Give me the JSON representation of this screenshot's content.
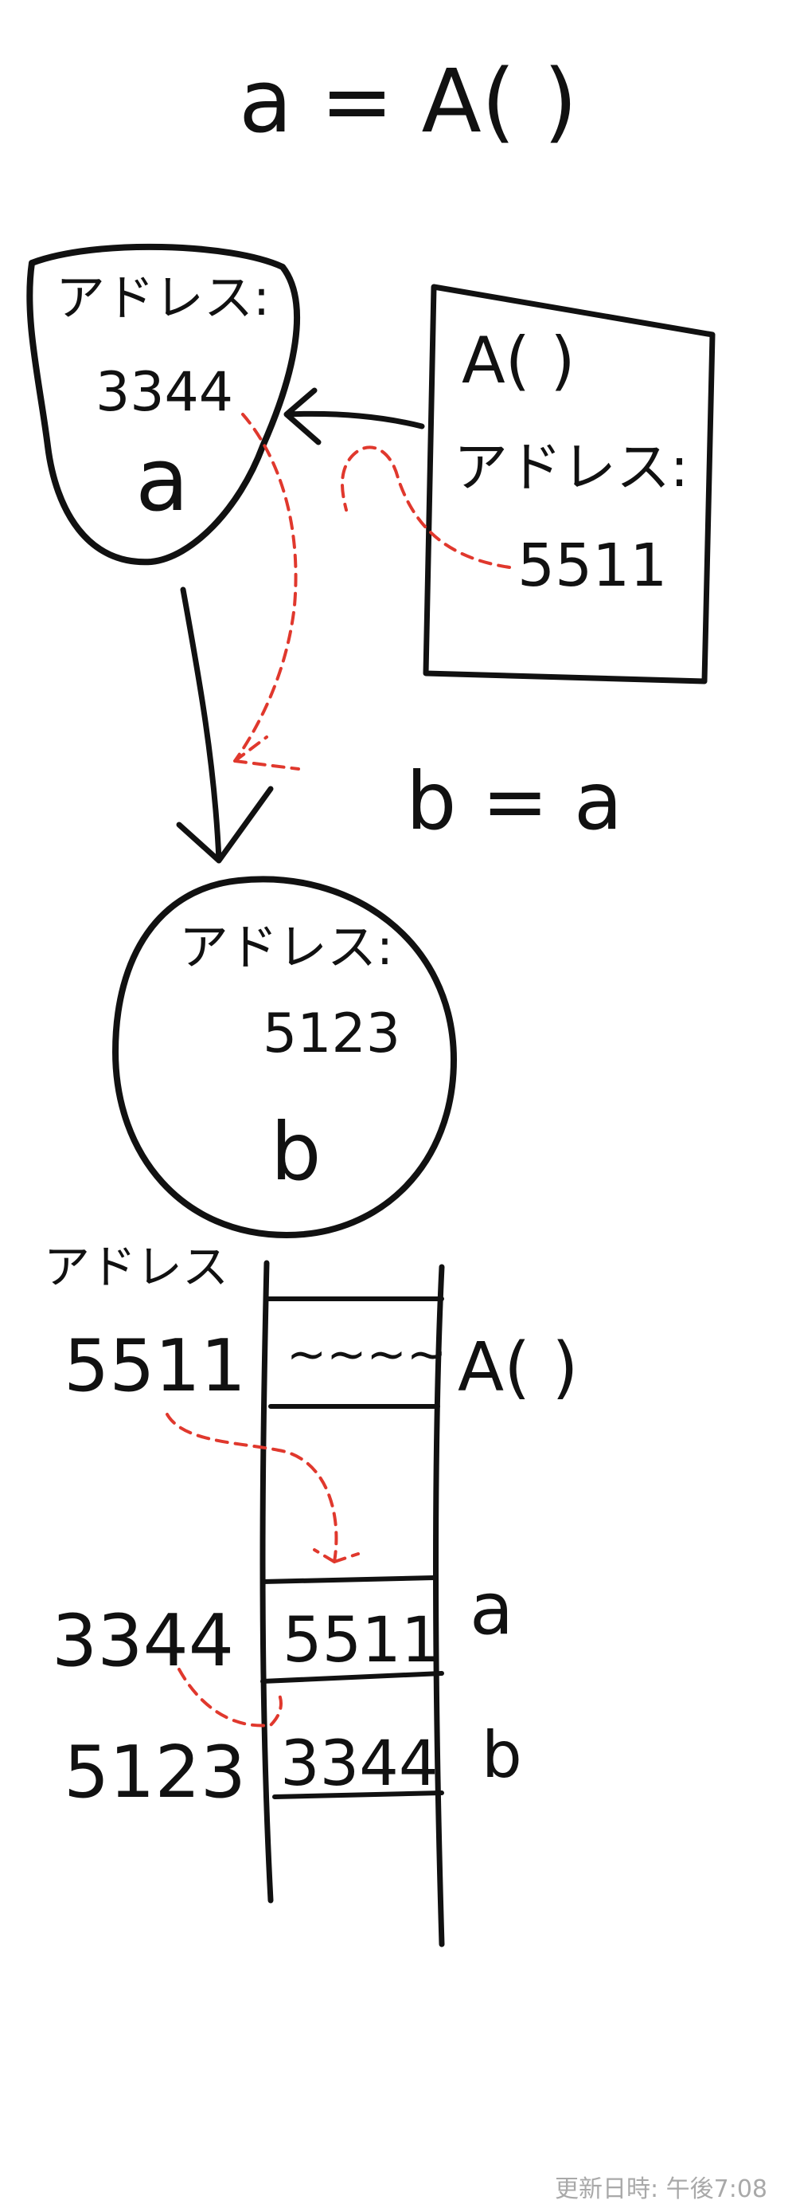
{
  "header": {
    "equation": "a = A( )"
  },
  "object_a": {
    "label": "アドレス:",
    "address": "3344",
    "name": "a"
  },
  "instance": {
    "label": "A( )",
    "address_label": "アドレス:",
    "address": "5511"
  },
  "assignment": {
    "equation": "b = a"
  },
  "object_b": {
    "label": "アドレス:",
    "address": "5123",
    "name": "b"
  },
  "memory": {
    "column_label": "アドレス",
    "rows": [
      {
        "address": "5511",
        "content": "~~~~",
        "name": "A( )"
      },
      {
        "address": "3344",
        "content": "5511",
        "name": "a"
      },
      {
        "address": "5123",
        "content": "3344",
        "name": "b"
      }
    ]
  },
  "footer": {
    "updated": "更新日時: 午後7:08"
  },
  "colors": {
    "ink": "#111111",
    "pointer": "#e0382d",
    "footer": "#a9a9a9"
  }
}
